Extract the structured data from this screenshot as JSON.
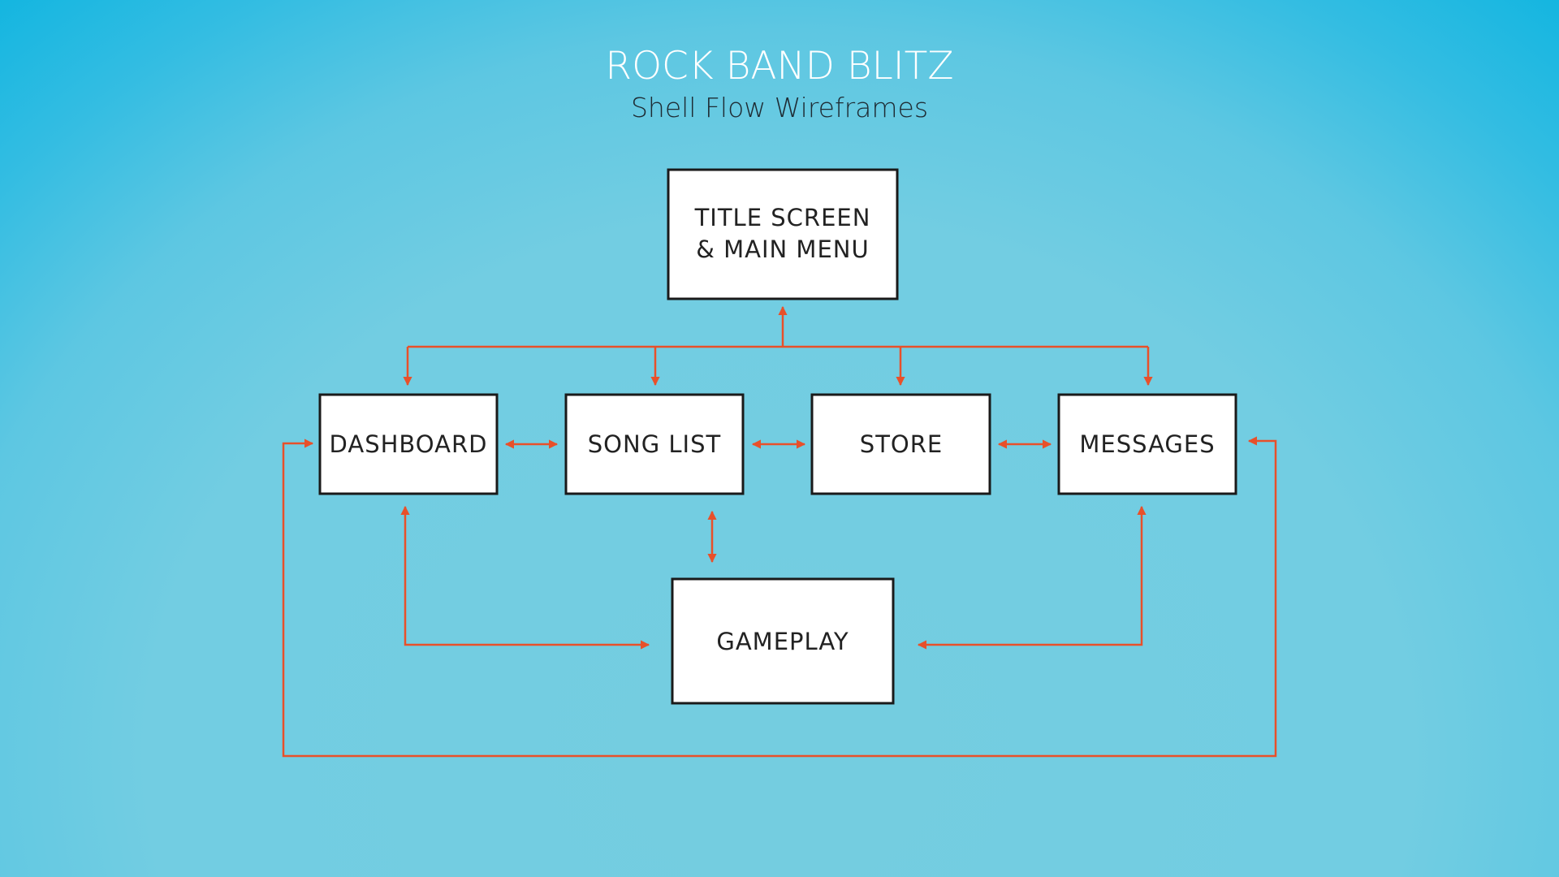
{
  "header": {
    "title": "ROCK BAND BLITZ",
    "subtitle": "Shell Flow Wireframes"
  },
  "colors": {
    "background_center": "#74cde0",
    "background_edge": "#0db4e0",
    "title": "#ffffff",
    "subtitle": "#1e2b33",
    "box_fill": "#ffffff",
    "box_border": "#1a1a1a",
    "connector": "#e8502a"
  },
  "screens": {
    "title_screen": {
      "line1": "TITLE SCREEN",
      "line2": "& MAIN MENU"
    },
    "dashboard": {
      "label": "DASHBOARD"
    },
    "song_list": {
      "label": "SONG LIST"
    },
    "store": {
      "label": "STORE"
    },
    "messages": {
      "label": "MESSAGES"
    },
    "gameplay": {
      "label": "GAMEPLAY"
    }
  },
  "connections": [
    {
      "from": "title_screen",
      "to": "dashboard",
      "direction": "both"
    },
    {
      "from": "title_screen",
      "to": "song_list",
      "direction": "both"
    },
    {
      "from": "title_screen",
      "to": "store",
      "direction": "both"
    },
    {
      "from": "title_screen",
      "to": "messages",
      "direction": "both"
    },
    {
      "from": "dashboard",
      "to": "song_list",
      "direction": "both"
    },
    {
      "from": "song_list",
      "to": "store",
      "direction": "both"
    },
    {
      "from": "store",
      "to": "messages",
      "direction": "both"
    },
    {
      "from": "song_list",
      "to": "gameplay",
      "direction": "both"
    },
    {
      "from": "dashboard",
      "to": "gameplay",
      "direction": "both"
    },
    {
      "from": "messages",
      "to": "gameplay",
      "direction": "both"
    },
    {
      "from": "dashboard",
      "to": "messages",
      "direction": "both"
    }
  ]
}
